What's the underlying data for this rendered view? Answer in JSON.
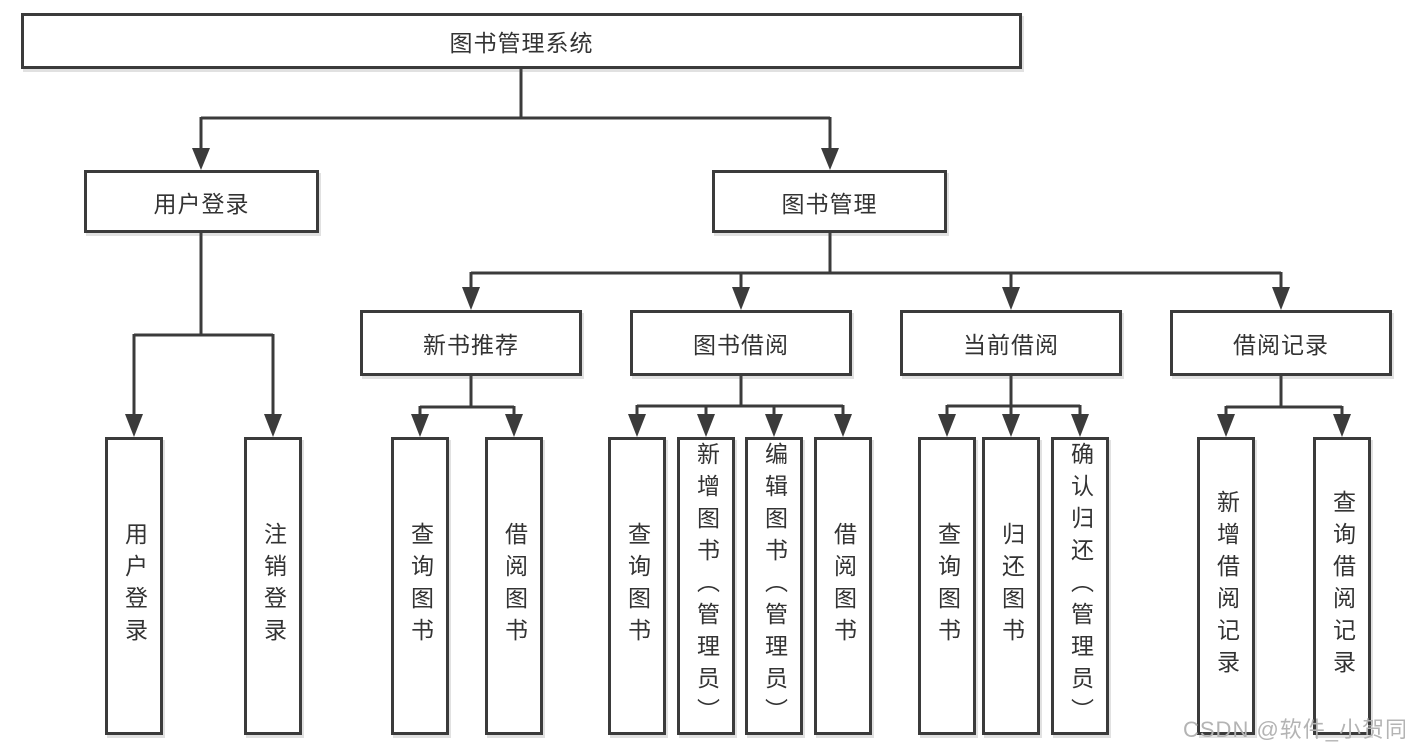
{
  "diagram": {
    "root": {
      "label": "图书管理系统"
    },
    "children": [
      {
        "label": "用户登录",
        "children": [
          {
            "label": "用户登录"
          },
          {
            "label": "注销登录"
          }
        ]
      },
      {
        "label": "图书管理",
        "children": [
          {
            "label": "新书推荐",
            "children": [
              {
                "label": "查询图书"
              },
              {
                "label": "借阅图书"
              }
            ]
          },
          {
            "label": "图书借阅",
            "children": [
              {
                "label": "查询图书"
              },
              {
                "label": "新增图书（管理员）"
              },
              {
                "label": "编辑图书（管理员）"
              },
              {
                "label": "借阅图书"
              }
            ]
          },
          {
            "label": "当前借阅",
            "children": [
              {
                "label": "查询图书"
              },
              {
                "label": "归还图书"
              },
              {
                "label": "确认归还（管理员）"
              }
            ]
          },
          {
            "label": "借阅记录",
            "children": [
              {
                "label": "新增借阅记录"
              },
              {
                "label": "查询借阅记录"
              }
            ]
          }
        ]
      }
    ]
  },
  "watermark": {
    "text": "CSDN @软件_小贺同学"
  },
  "colors": {
    "line": "#3b3b3b",
    "text": "#333333",
    "watermark": "#b4b4b4",
    "bg": "#ffffff"
  }
}
